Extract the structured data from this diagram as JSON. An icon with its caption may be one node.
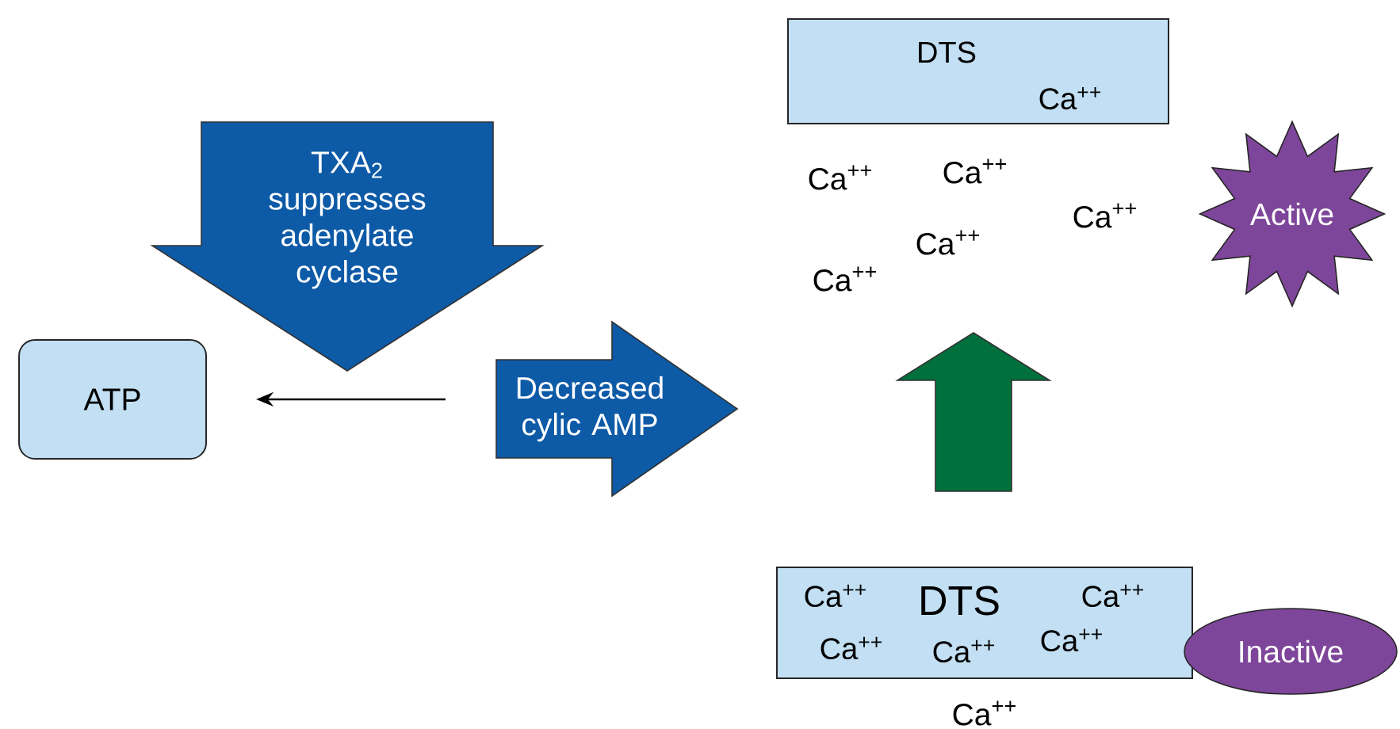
{
  "diagram": {
    "nodes": [
      {
        "text": [
          "TXA$_{2}$ suppresses adenylate cyclase"
        ]
      },
      {
        "text": [
          "ATP"
        ]
      },
      {
        "text": [
          "Decreased cylic AMP"
        ]
      },
      {
        "text": [
          "DTS",
          "Ca$^{++}$"
        ]
      },
      {
        "text": [
          "Active"
        ]
      },
      {
        "text": [],
        "shape": "arrow"
      },
      {
        "text": [
          "Ca$^{++}$",
          "DTS",
          "Ca$^{++}$",
          "Ca$^{++}$",
          "Ca$^{++}$",
          "Ca$^{++}$"
        ]
      },
      {
        "text": [
          "Inactive"
        ]
      }
    ],
    "edges": [
      {
        "from": 2,
        "to": 1,
        "arrow": "to"
      }
    ],
    "labels": [
      "Ca$^{++}$",
      "Ca$^{++}$",
      "Ca$^{++}$",
      "Ca$^{++}$",
      "Ca$^{++}$",
      "Ca$^{++}$"
    ]
  }
}
